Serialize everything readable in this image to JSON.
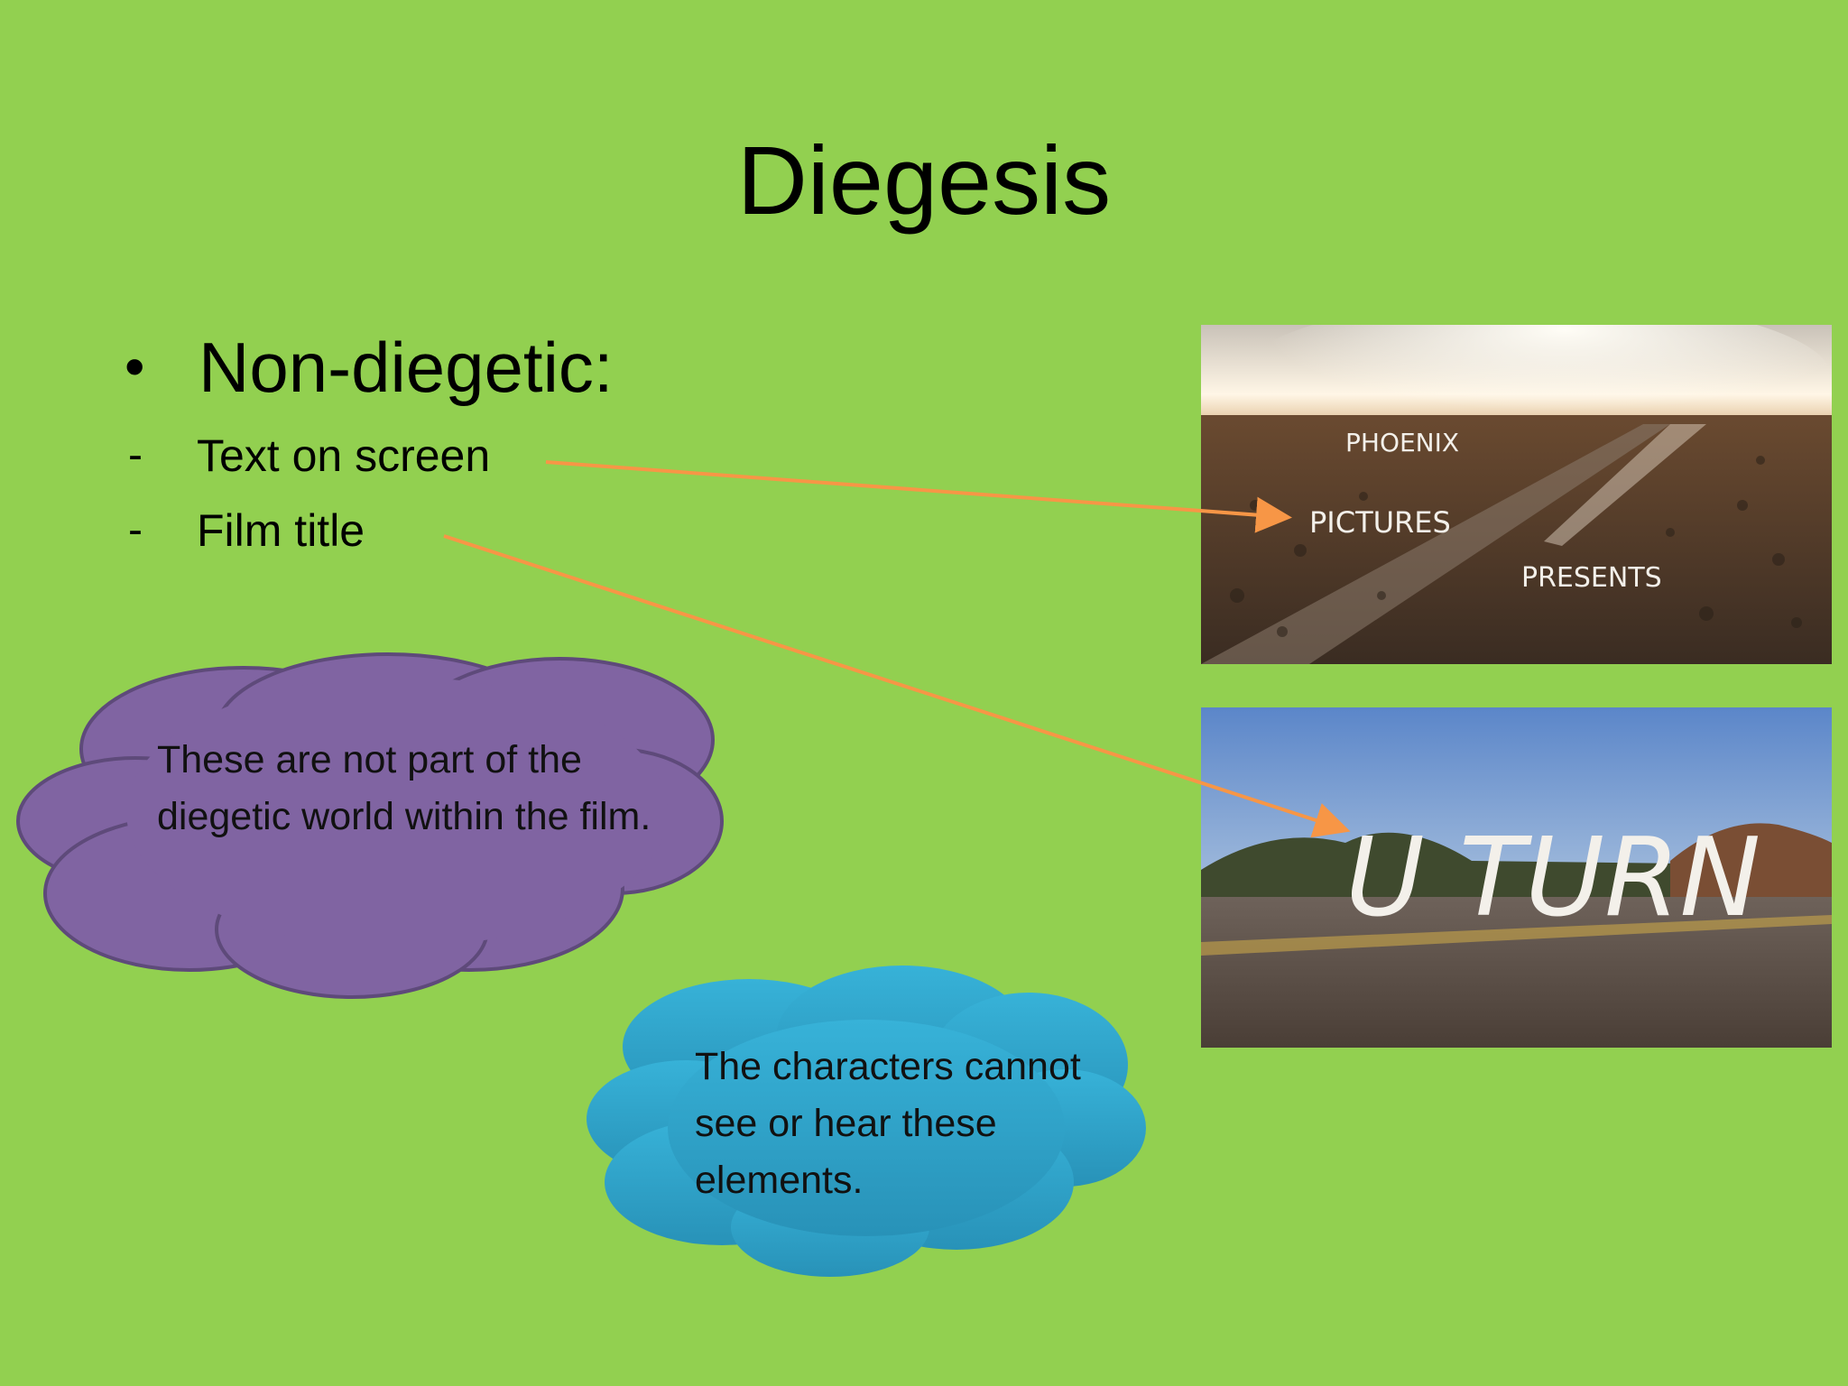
{
  "slide": {
    "title": "Diegesis",
    "bullet": "Non-diegetic:",
    "dash_marker": "-",
    "sub_items": [
      "Text on screen",
      "Film title"
    ]
  },
  "cloud_purple": {
    "text": "These are not part of the diegetic world within the film.",
    "fill": "#8064a2"
  },
  "cloud_blue": {
    "text": "The characters cannot see or hear these elements.",
    "fill": "#31a8cf"
  },
  "photo_credits": {
    "words": [
      "PHOENIX",
      "PICTURES",
      "PRESENTS"
    ]
  },
  "photo_title": {
    "word": "U TURN"
  },
  "colors": {
    "background": "#92d050",
    "arrow": "#f79646",
    "text": "#000000"
  }
}
